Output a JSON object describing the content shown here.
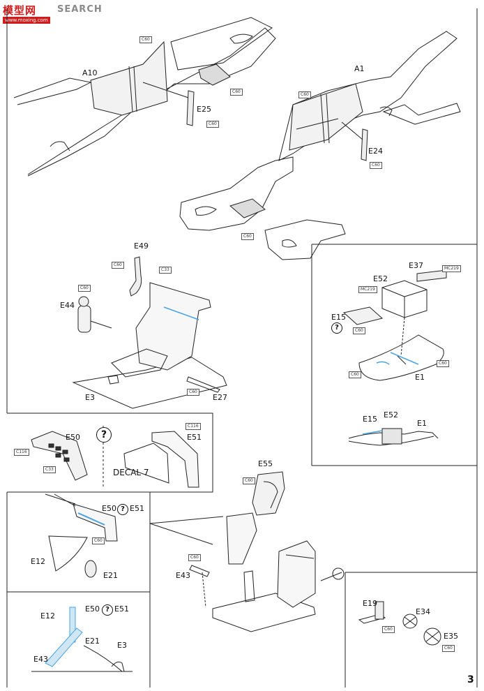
{
  "watermark": {
    "cn": "模型网",
    "en": "SEARCH",
    "url": "www.moxing.com"
  },
  "page_number": "3",
  "parts": {
    "a10": "A10",
    "a1": "A1",
    "e25": "E25",
    "e24": "E24",
    "e49": "E49",
    "e44": "E44",
    "e3": "E3",
    "e27": "E27",
    "e37": "E37",
    "e52": "E52",
    "e15": "E15",
    "e1": "E1",
    "e50": "E50",
    "e51": "E51",
    "e12": "E12",
    "e21": "E21",
    "e55": "E55",
    "e43": "E43",
    "e19": "E19",
    "e34": "E34",
    "e35": "E35"
  },
  "decal_label": "DECAL 7",
  "colors": {
    "c60": "C60",
    "c33": "C33",
    "c116": "C116",
    "mc219": "MC219"
  },
  "options_symbol": "?",
  "accent_blue": "#4aa3df"
}
